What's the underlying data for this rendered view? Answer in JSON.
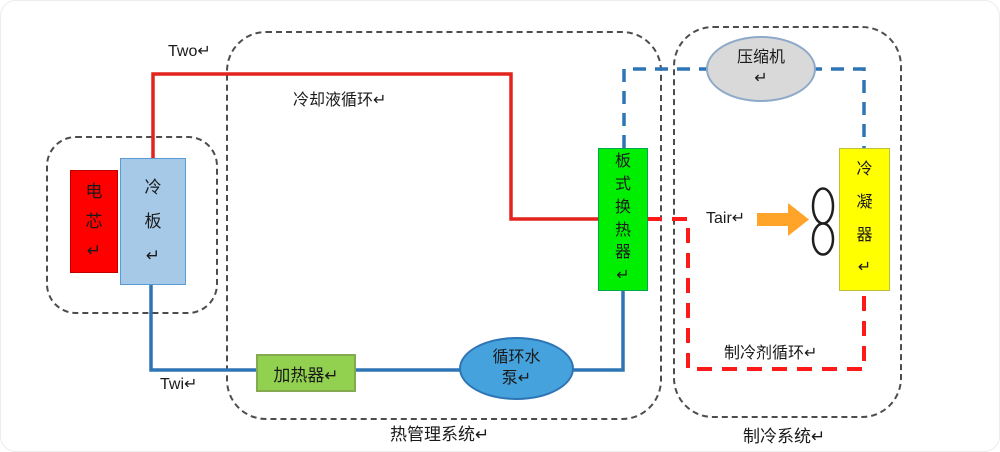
{
  "labels": {
    "two": "Two↵",
    "twi": "Twi↵",
    "tair": "Tair↵",
    "coolant_loop": "冷却液循环↵",
    "refrigerant_loop": "制冷剂循环↵",
    "thermal_system": "热管理系统↵",
    "refrigeration_system": "制冷系统↵"
  },
  "components": {
    "battery_cell": "电芯↵",
    "cold_plate": "冷板↵",
    "heater": "加热器↵",
    "circulation_pump": "循环水泵↵",
    "plate_heat_exchanger": "板式换热器↵",
    "compressor": "压缩机↵",
    "condenser": "冷凝器↵"
  },
  "icons": {
    "fan": "two-blade-fan",
    "airflow_arrow": "thick-right-arrow"
  },
  "colors": {
    "hot_coolant_line": "#e3241d",
    "cold_coolant_line": "#2e75b6",
    "refrigerant_suction_line_dashed": "#2e75b6",
    "refrigerant_liquid_line_dashed": "#ff1a1a",
    "battery_cell_fill": "#ff0000",
    "cold_plate_fill": "#a6c9e8",
    "plate_heat_exchanger_fill": "#00ef00",
    "heater_fill": "#92d050",
    "condenser_fill": "#ffff00",
    "compressor_fill": "#d9d9d9",
    "pump_fill": "#45a2dc",
    "airflow_arrow": "#ffa429",
    "boundary_dash": "#4d4d4d"
  }
}
